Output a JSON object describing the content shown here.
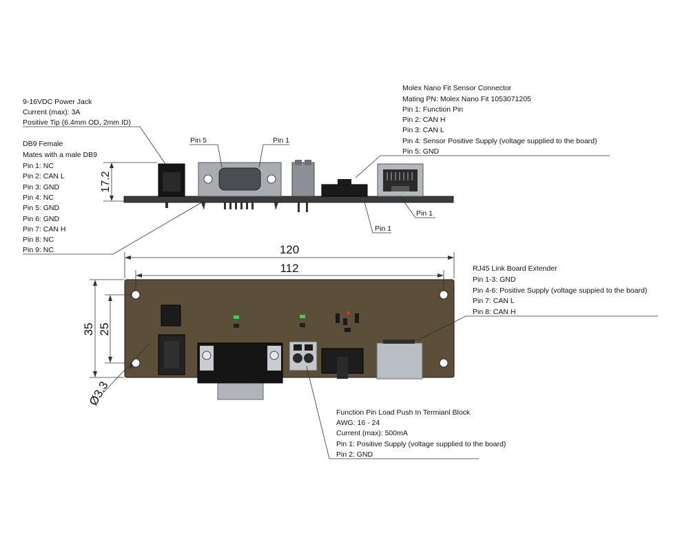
{
  "power_jack": {
    "lines": [
      "9-16VDC Power Jack",
      "Current (max): 3A",
      "Positive Tip (6.4mm OD, 2mm ID)"
    ]
  },
  "db9": {
    "lines": [
      "DB9 Female",
      "Mates with a male DB9",
      "Pin 1: NC",
      "Pin 2: CAN L",
      "Pin 3: GND",
      "Pin 4: NC",
      "Pin 5: GND",
      "Pin 6: GND",
      "Pin 7: CAN H",
      "Pin 8: NC",
      "Pin 9: NC"
    ],
    "pin5_label": "Pin 5",
    "pin1_label": "Pin 1"
  },
  "molex": {
    "lines": [
      "Molex Nano Fit Sensor Connector",
      "Mating PN: Molex Nano Fit 1053071205",
      "Pin 1: Function Pin",
      "Pin 2: CAN H",
      "Pin 3: CAN L",
      "Pin 4: Sensor Positive Supply (voltage supplied to the board)",
      "Pin 5: GND"
    ],
    "pin1_label": "Pin 1"
  },
  "rj45": {
    "lines": [
      "RJ45 Link Board Extender",
      "Pin 1-3: GND",
      "Pin 4-6: Positive Supply (voltage suppied to the board)",
      "Pin 7: CAN L",
      "Pin 8: CAN H"
    ],
    "pin1_label": "Pin 1"
  },
  "terminal_block": {
    "lines": [
      "Function Pin Load Push In Termianl Block",
      "AWG: 16 - 24",
      "Current (max): 500mA",
      "Pin 1: Positive Supply (voltage supplied to the board)",
      "Pin 2: GND"
    ]
  },
  "dimensions": {
    "height": "17.2",
    "width_overall": "120",
    "width_holes": "112",
    "depth_overall": "35",
    "depth_holes": "25",
    "hole_diameter": "Ø3.3"
  },
  "colors": {
    "board": "#5b4f3a",
    "connector": "#1e1e1e",
    "metal": "#b9bec4",
    "led": "#3ccf5a"
  }
}
